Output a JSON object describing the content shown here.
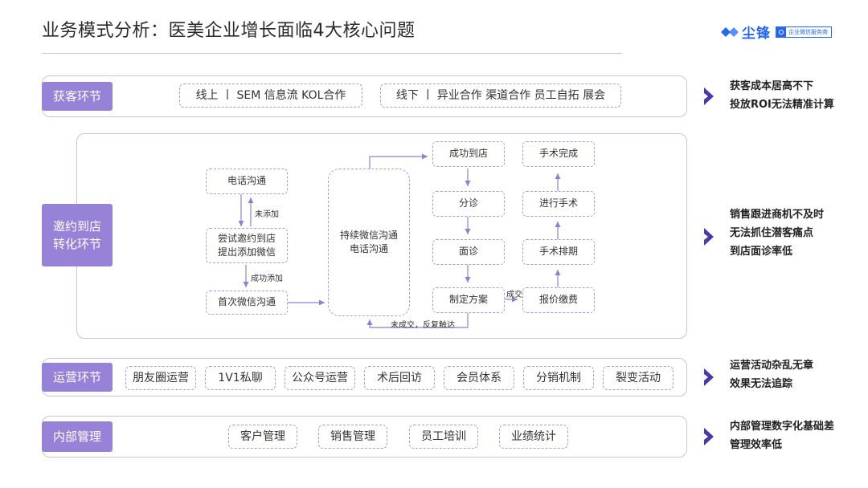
{
  "title": "业务模式分析：医美企业增长面临4大核心问题",
  "brand": {
    "name": "尘锋",
    "tagline": "企业微信服务商"
  },
  "acquisition": {
    "label": "获客环节",
    "online": "线上 丨 SEM  信息流  KOL合作",
    "offline": "线下 丨 异业合作 渠道合作 员工自拓 展会",
    "issues": [
      "获客成本居高不下",
      "投放ROI无法精准计算"
    ]
  },
  "conversion": {
    "label_line1": "邀约到店",
    "label_line2": "转化环节",
    "phone": "电话沟通",
    "not_added": "未添加",
    "try_invite_line1": "尝试邀约到店",
    "try_invite_line2": "提出添加微信",
    "added": "成功添加",
    "first_wechat": "首次微信沟通",
    "continuous_line1": "持续微信沟通",
    "continuous_line2": "电话沟通",
    "arrive": "成功到店",
    "triage": "分诊",
    "consult": "面诊",
    "plan": "制定方案",
    "deal": "成交",
    "quote": "报价缴费",
    "schedule": "手术排期",
    "surgery": "进行手术",
    "done": "手术完成",
    "not_deal": "未成交，反复触达",
    "issues": [
      "销售跟进商机不及时",
      "无法抓住潜客痛点",
      "到店面诊率低"
    ]
  },
  "operations": {
    "label": "运营环节",
    "items": [
      "朋友圈运营",
      "1V1私聊",
      "公众号运营",
      "术后回访",
      "会员体系",
      "分销机制",
      "裂变活动"
    ],
    "issues": [
      "运营活动杂乱无章",
      "效果无法追踪"
    ]
  },
  "management": {
    "label": "内部管理",
    "items": [
      "客户管理",
      "销售管理",
      "员工培训",
      "业绩统计"
    ],
    "issues": [
      "内部管理数字化基础差",
      "管理效率低"
    ]
  },
  "colors": {
    "accent": "#9682d6",
    "arrow": "#4a39a8",
    "line": "#8f80cf",
    "brand": "#2468f2"
  }
}
